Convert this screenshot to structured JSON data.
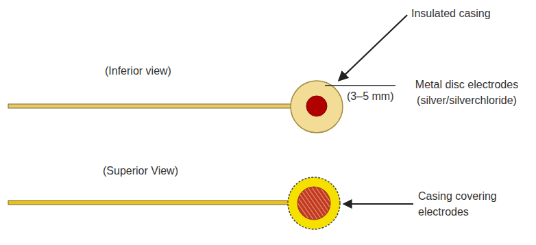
{
  "diagram": {
    "labels": [
      "Insulated casing",
      "(Inferior view)",
      "(3–5 mm)",
      "Metal disc electrodes (silver/silverchloride)",
      "(Superior View)",
      "Casing covering electrodes"
    ]
  }
}
